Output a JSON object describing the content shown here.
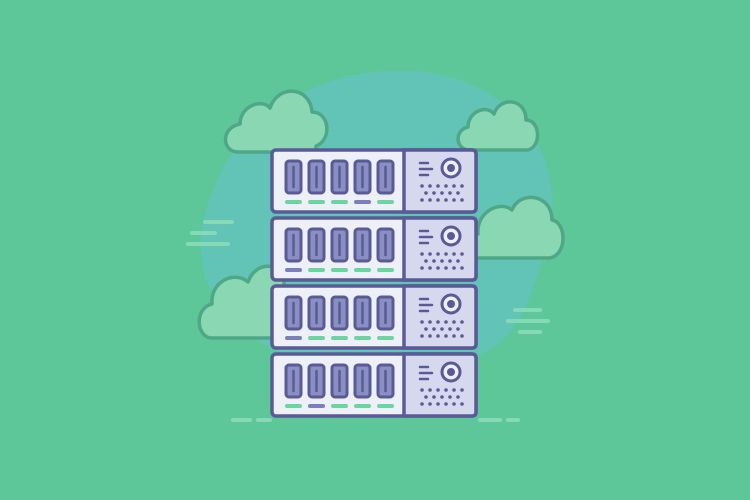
{
  "scene": {
    "icon": "server-rack-cloud-icon",
    "colors": {
      "background": "#5dc79a",
      "blob": "#62c3b7",
      "cloud_fill": "#8ad8b3",
      "cloud_stroke": "#4ea888",
      "outline": "#5a5a96",
      "panel_light": "#eef0f8",
      "panel_right": "#d6d9ee",
      "drive_fill": "#8a8fc2",
      "led_green": "#6cd4a0",
      "led_purple": "#7b80bd",
      "speed_lines": "#87d9b5"
    },
    "server_units": [
      {
        "leds": [
          "green",
          "green",
          "green",
          "purple",
          "green"
        ]
      },
      {
        "leds": [
          "purple",
          "green",
          "green",
          "green",
          "green"
        ]
      },
      {
        "leds": [
          "purple",
          "green",
          "green",
          "green",
          "green"
        ]
      },
      {
        "leds": [
          "green",
          "purple",
          "green",
          "green",
          "green"
        ]
      }
    ]
  }
}
